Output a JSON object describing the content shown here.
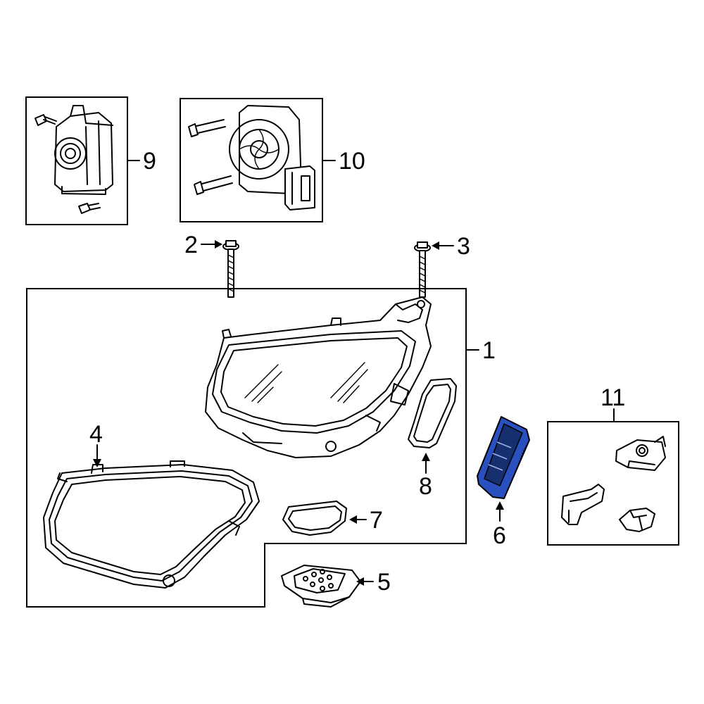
{
  "callouts": {
    "c1": "1",
    "c2": "2",
    "c3": "3",
    "c4": "4",
    "c5": "5",
    "c6": "6",
    "c7": "7",
    "c8": "8",
    "c9": "9",
    "c10": "10",
    "c11": "11"
  },
  "colors": {
    "highlight_fill": "#2a4fbf",
    "highlight_dark": "#16306f",
    "line": "#000000",
    "background": "#ffffff"
  },
  "parts": [
    {
      "callout": "1",
      "name": "headlamp-assembly"
    },
    {
      "callout": "2",
      "name": "bolt"
    },
    {
      "callout": "3",
      "name": "bolt"
    },
    {
      "callout": "4",
      "name": "headlamp-lens"
    },
    {
      "callout": "5",
      "name": "control-module"
    },
    {
      "callout": "6",
      "name": "control-module",
      "highlighted": true
    },
    {
      "callout": "7",
      "name": "seal"
    },
    {
      "callout": "8",
      "name": "seal"
    },
    {
      "callout": "9",
      "name": "headlamp-motor"
    },
    {
      "callout": "10",
      "name": "cooling-fan"
    },
    {
      "callout": "11",
      "name": "mounting-bracket-kit"
    }
  ]
}
